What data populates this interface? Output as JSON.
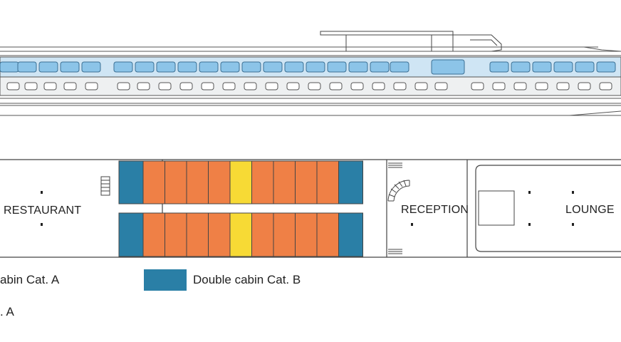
{
  "colors": {
    "cat_a": "#ef8046",
    "cat_b": "#2a7fa6",
    "highlight": "#f7da35",
    "window_blue": "#8cc4e8",
    "deck_band": "#cfe5f4",
    "outline": "#444444"
  },
  "deck_labels": {
    "restaurant": "RESTAURANT",
    "reception": "RECEPTION",
    "lounge": "LOUNGE"
  },
  "legend": {
    "item_a": "abin Cat. A",
    "item_b": "Double cabin Cat. B",
    "item_c": ". A"
  },
  "cabins": {
    "top_row": [
      "B",
      "A",
      "A",
      "A",
      "A",
      "Y",
      "A",
      "A",
      "A",
      "A",
      "B"
    ],
    "bottom_row": [
      "B",
      "A",
      "A",
      "A",
      "A",
      "Y",
      "A",
      "A",
      "A",
      "A",
      "B"
    ]
  }
}
